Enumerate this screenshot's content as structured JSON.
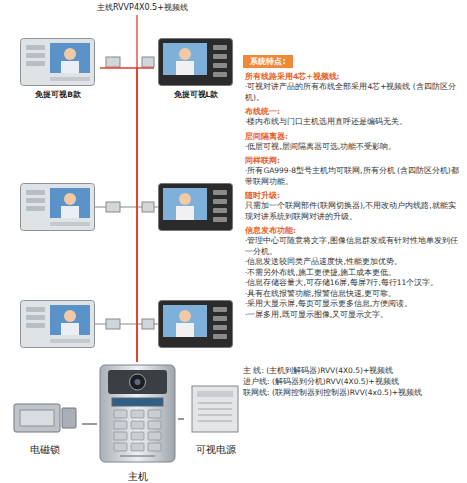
{
  "diagram": {
    "nodes": [
      {
        "text": [
          "系统特点:"
        ]
      },
      {
        "text": [
          "免提可视B款"
        ]
      },
      {
        "text": [
          "免提可视L款"
        ]
      },
      {
        "text": [
          "电磁锁"
        ]
      },
      {
        "text": [
          "主机"
        ]
      },
      {
        "text": [
          "可视电源"
        ]
      }
    ],
    "edges": [
      {
        "from": 4,
        "to": 1,
        "arrow": "none"
      },
      {
        "from": 4,
        "to": 2,
        "arrow": "none"
      },
      {
        "from": 3,
        "to": 4,
        "arrow": "none"
      },
      {
        "from": 5,
        "to": 4,
        "arrow": "none"
      }
    ],
    "labels": [
      "主线RVVP4X0.5+视频线",
      "所有线路采用4芯+视频线:",
      "·可视对讲产品的所有布线全部采用4芯+视频线 (含四防区分机)。",
      "布线统一:",
      "·楼内布线与门口主机选用直呼还是编码无关。",
      "层间隔离器:",
      "·低层可视,层间隔离器可选,功能不受影响。",
      "同样联网:",
      "·所有GA999-8型号主机均可联网,所有分机 (含四防区分机)都带联网功能。",
      "随时升级:",
      "只需加一个联网部件(联网切换器),不用改动户内线路,就能实现对讲系统到联网对讲的升级。",
      "信息发布功能:",
      "·管理中心可随意将文字,图像信息群发或有针对性地单发到任一分机。",
      "·信息发送较同类产品速度快,性能更加优势。",
      "·不需另外布线,施工更便捷,施工成本更低。",
      "·信息存储容量大,可存储16屏,每屏7行,每行11个汉字。",
      "·具有在线报警功能,报警信息快速,更可靠。",
      "·采用大显示屏,每页可显示更多信息,方便阅读。",
      "·一屏多用,既可显示图像,又可显示文字。",
      "主 线: (主机到解码器)RVV(4X0.5)+视频线",
      "进户线: (解码器到分机)RVV(4X0.5)+视频线",
      "联网线: (联网控制器到控制器)RVV(4x0.5)+视频线"
    ]
  }
}
